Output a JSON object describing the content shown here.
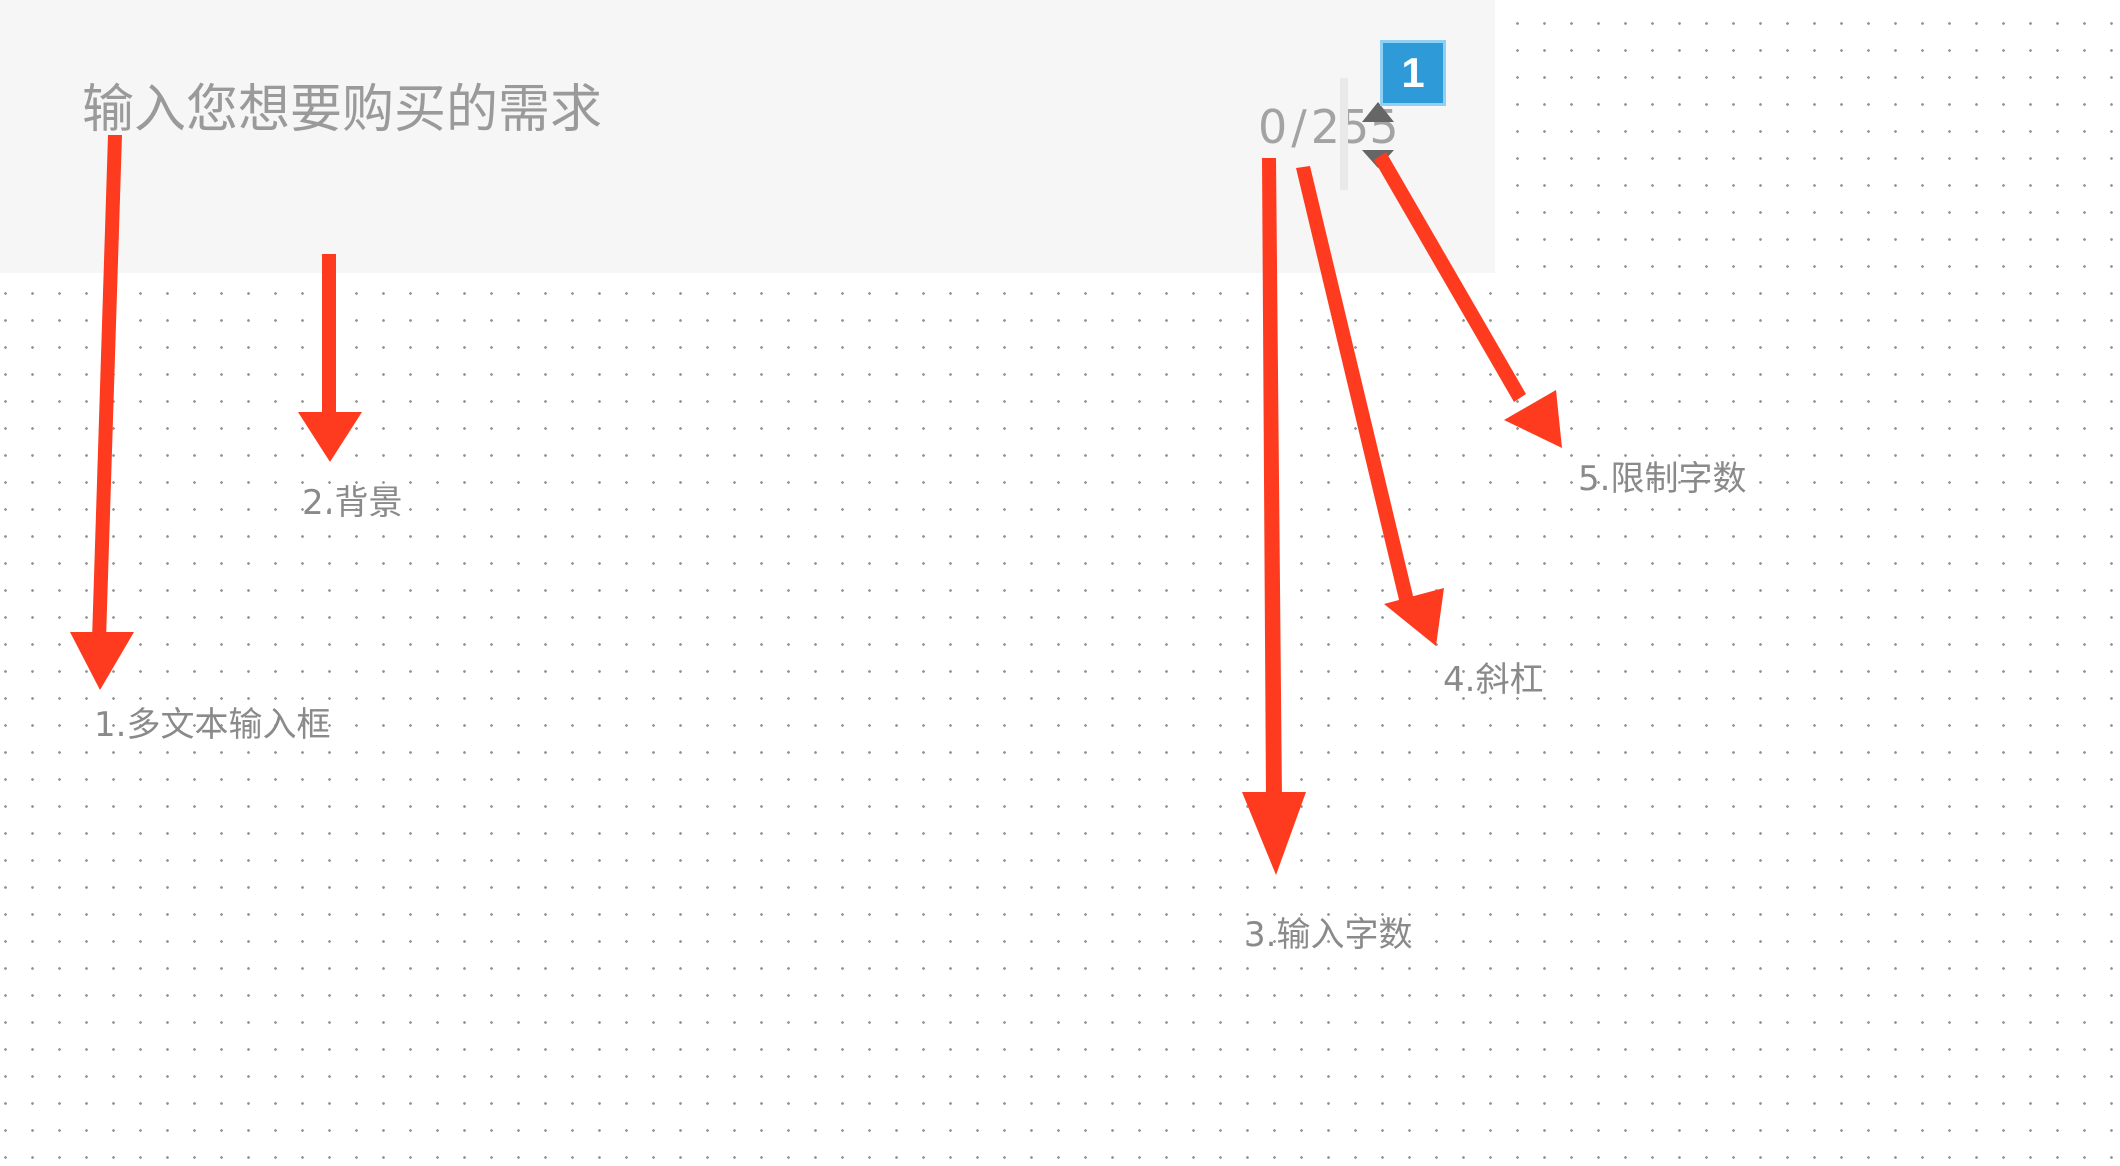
{
  "textarea": {
    "placeholder": "输入您想要购买的需求",
    "counter": {
      "current": "0",
      "separator": "/",
      "limit": "255"
    }
  },
  "badge": {
    "number": "1"
  },
  "annotations": [
    {
      "label": "1.多文本输入框"
    },
    {
      "label": "2.背景"
    },
    {
      "label": "3.输入字数"
    },
    {
      "label": "4.斜杠"
    },
    {
      "label": "5.限制字数"
    }
  ],
  "colors": {
    "arrow": "#ff3b1f",
    "badge": "#2f9ad8",
    "textarea_background": "#f6f6f6",
    "placeholder_text": "#9a9a9a"
  },
  "icons": {
    "spinner": "up-down-triangles-icon"
  }
}
